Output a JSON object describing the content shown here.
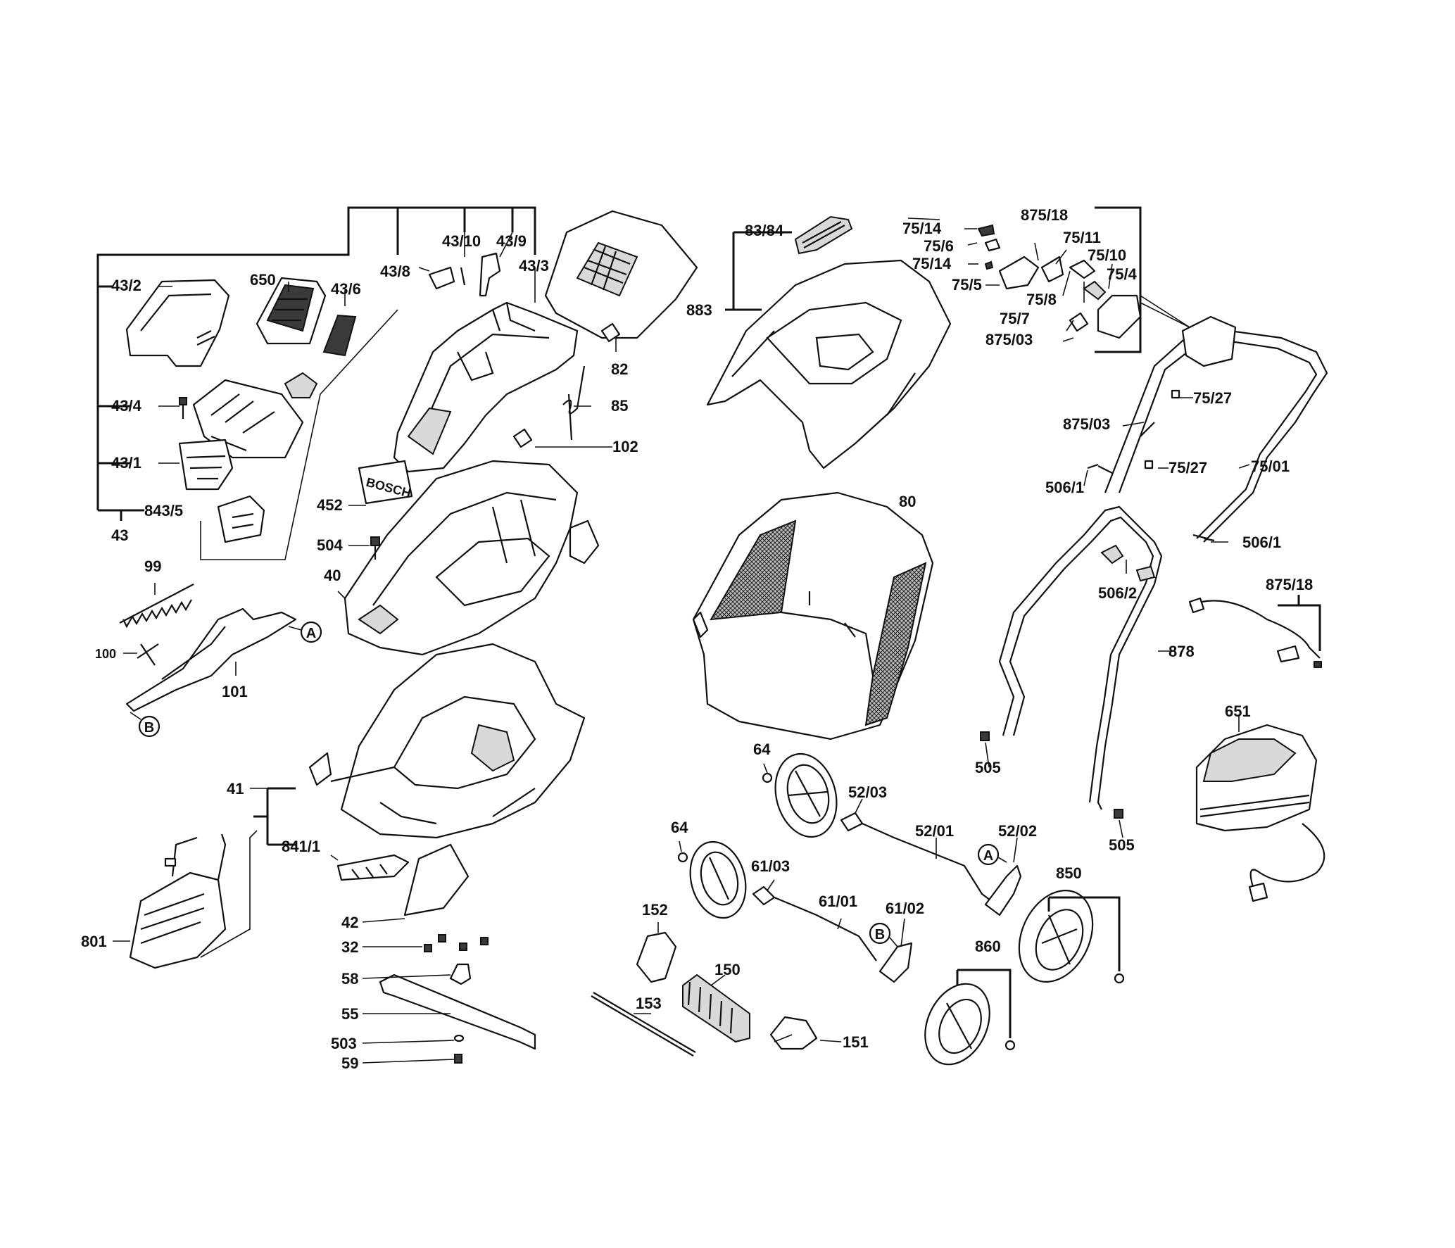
{
  "diagram": {
    "labels": {
      "l_43_2": "43/2",
      "l_650": "650",
      "l_43_6": "43/6",
      "l_43_8": "43/8",
      "l_43_10": "43/10",
      "l_43_9": "43/9",
      "l_43_3": "43/3",
      "l_43_4": "43/4",
      "l_43_1": "43/1",
      "l_843_5": "843/5",
      "l_43": "43",
      "l_82": "82",
      "l_85": "85",
      "l_102": "102",
      "l_452": "452",
      "l_504": "504",
      "l_40": "40",
      "l_99": "99",
      "l_100": "100",
      "l_101": "101",
      "l_A1": "A",
      "l_B1": "B",
      "l_41": "41",
      "l_841_1": "841/1",
      "l_801": "801",
      "l_42": "42",
      "l_32": "32",
      "l_58": "58",
      "l_55": "55",
      "l_503": "503",
      "l_59": "59",
      "l_83_84": "83/84",
      "l_883": "883",
      "l_80": "80",
      "l_75_14a": "75/14",
      "l_875_18a": "875/18",
      "l_75_6": "75/6",
      "l_75_11": "75/11",
      "l_75_14b": "75/14",
      "l_75_10": "75/10",
      "l_75_5": "75/5",
      "l_75_4": "75/4",
      "l_75_8": "75/8",
      "l_75_7": "75/7",
      "l_875_03a": "875/03",
      "l_75_27a": "75/27",
      "l_875_03b": "875/03",
      "l_75_27b": "75/27",
      "l_75_01": "75/01",
      "l_506_1a": "506/1",
      "l_506_1b": "506/1",
      "l_506_2": "506/2",
      "l_875_18b": "875/18",
      "l_878": "878",
      "l_651": "651",
      "l_505a": "505",
      "l_505b": "505",
      "l_64a": "64",
      "l_52_03": "52/03",
      "l_52_01": "52/01",
      "l_52_02": "52/02",
      "l_A2": "A",
      "l_64b": "64",
      "l_61_03": "61/03",
      "l_61_01": "61/01",
      "l_61_02": "61/02",
      "l_B2": "B",
      "l_850": "850",
      "l_860": "860",
      "l_152": "152",
      "l_150": "150",
      "l_153": "153",
      "l_151": "151"
    },
    "logo_text": "BOSCH"
  }
}
